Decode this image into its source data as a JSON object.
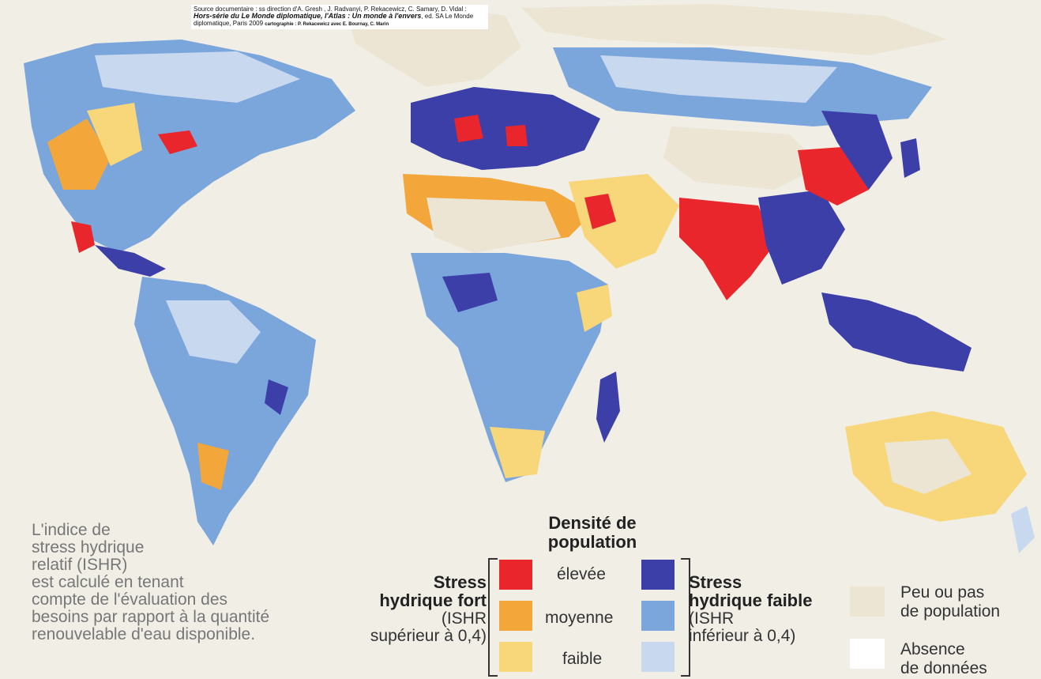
{
  "source": {
    "prefix": "Source documentaire :",
    "authors": "ss direction d'A. Gresh , J. Radvanyi,  P. Rekacewicz, C. Samary, D. Vidal :",
    "publication": "Hors-série du Le Monde diplomatique, l'Atlas : Un monde à l'envers",
    "publisher": ", ed. SA Le Monde diplomatique, Paris 2009",
    "cartography": "cartographie :  P. Rekacewicz avec E. Bournay, C. Marin"
  },
  "note_lines": [
    "L'indice de",
    "stress hydrique",
    "relatif (ISHR)",
    "est calculé en tenant",
    "compte de l'évaluation des",
    "besoins par rapport à la quantité",
    "renouvelable d'eau disponible."
  ],
  "legend": {
    "density_title_1": "Densité de",
    "density_title_2": "population",
    "levels": [
      "élevée",
      "moyenne",
      "faible"
    ],
    "high_stress": {
      "title_1": "Stress",
      "title_2": "hydrique fort",
      "sub_1": "(ISHR",
      "sub_2": "supérieur à 0,4)"
    },
    "low_stress": {
      "title_1": "Stress",
      "title_2": "hydrique faible",
      "sub_1": "(ISHR",
      "sub_2": "inférieur à 0,4)"
    },
    "low_pop_1": "Peu ou pas",
    "low_pop_2": "de population",
    "no_data_1": "Absence",
    "no_data_2": "de données"
  },
  "colors": {
    "high_stress_high": "#e8262b",
    "high_stress_medium": "#f3a63a",
    "high_stress_low": "#f7d77a",
    "low_stress_high": "#3c3fa8",
    "low_stress_medium": "#7ba6dc",
    "low_stress_low": "#c8d8ee",
    "low_population": "#ece5d3",
    "no_data": "#ffffff",
    "ocean": "#f1eee6"
  }
}
